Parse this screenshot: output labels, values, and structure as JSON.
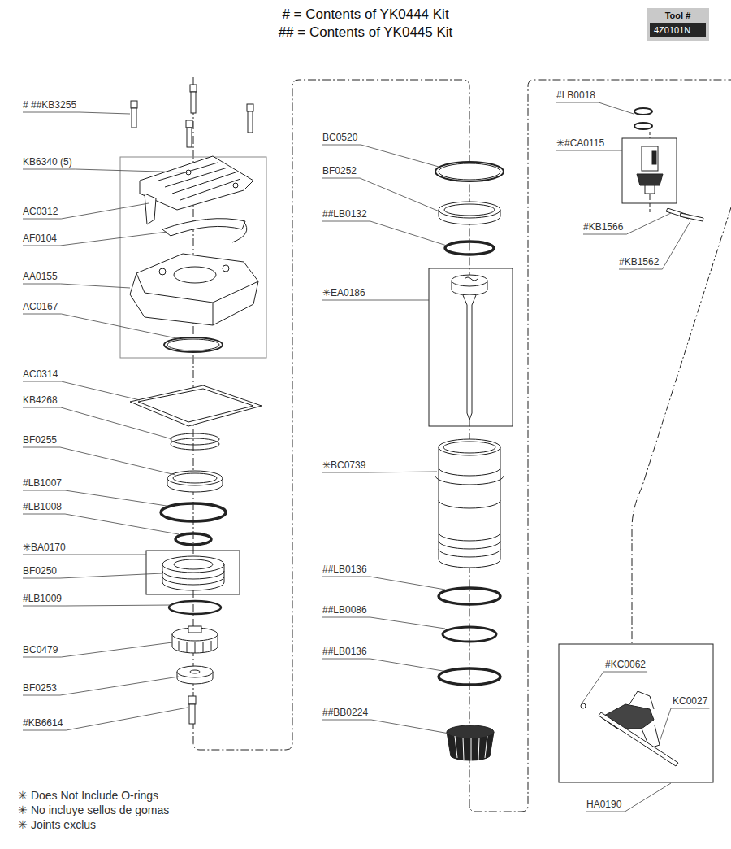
{
  "diagram": {
    "nodes": [
      {
        "text": [
          "Tool #"
        ]
      },
      {
        "text": [
          "4Z0101N"
        ],
        "in": 0
      }
    ],
    "labels": [
      "# = Contents of YK0444 Kit",
      "## = Contents of YK0445 Kit",
      "# ##KB3255",
      "KB6340 (5)",
      "AC0312",
      "AF0104",
      "AA0155",
      "AC0167",
      "AC0314",
      "KB4268",
      "BF0255",
      "#LB1007",
      "#LB1008",
      "✳BA0170",
      "BF0250",
      "#LB1009",
      "BC0479",
      "BF0253",
      "#KB6614",
      "BC0520",
      "BF0252",
      "##LB0132",
      "✳EA0186",
      "✳BC0739",
      "##LB0136",
      "##LB0086",
      "##LB0136",
      "##BB0224",
      "#LB0018",
      "✳#CA0115",
      "#KB1566",
      "#KB1562",
      "#KC0062",
      "KC0027",
      "HA0190",
      "✳ Does Not Include O-rings",
      "✳ No incluye sellos de gomas",
      "✳ Joints exclus"
    ]
  }
}
